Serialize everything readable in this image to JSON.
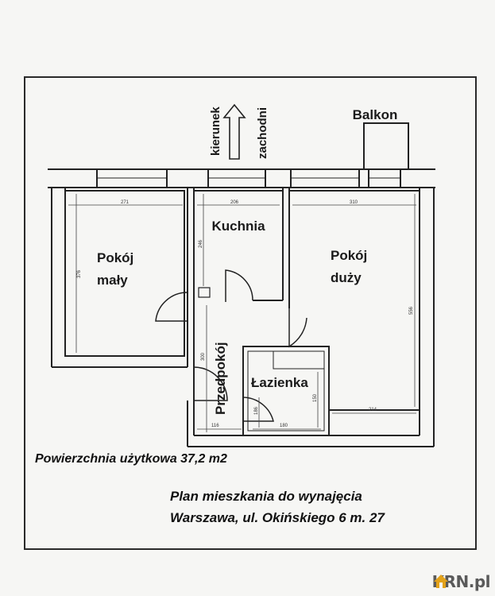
{
  "rooms": {
    "pokoj_maly": [
      "Pokój",
      "mały"
    ],
    "kuchnia": "Kuchnia",
    "pokoj_duzy": [
      "Pokój",
      "duży"
    ],
    "lazienka": "Łazienka",
    "przedpokoj": "Przedpokój",
    "balkon": "Balkon"
  },
  "compass": [
    "kierunek",
    "zachodni"
  ],
  "dimensions": {
    "pokoj_maly_w": "271",
    "pokoj_maly_h": "376",
    "kuchnia_w": "206",
    "kuchnia_h": "246",
    "pokoj_duzy_w": "310",
    "pokoj_duzy_h": "556",
    "przedpokoj_h": "300",
    "przedpokoj_w": "116",
    "lazienka_w": "180",
    "lazienka_h": "150",
    "lazienka_door": "186",
    "duzy_bottom_w": "214"
  },
  "footer": {
    "area": "Powierzchnia użytkowa 37,2 m2",
    "plan_title": "Plan mieszkania do wynajęcia",
    "address": "Warszawa, ul. Okińskiego 6 m. 27"
  },
  "logo": {
    "text": "KRN.pl",
    "color": "#e3a21a"
  }
}
